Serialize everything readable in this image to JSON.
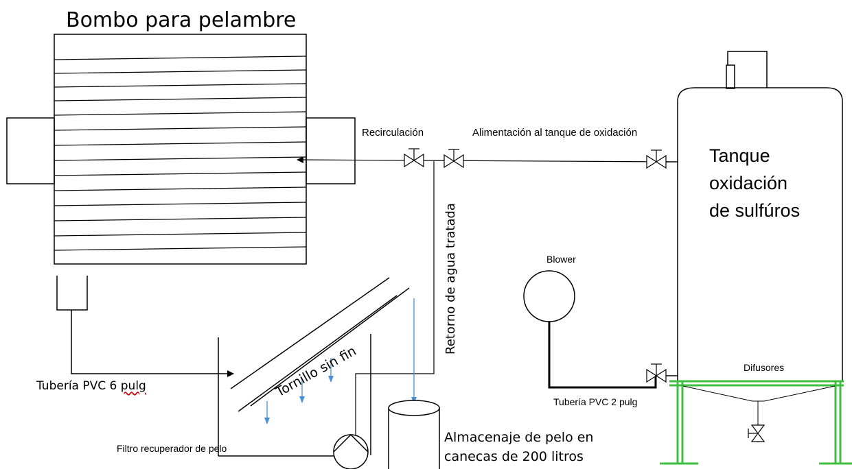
{
  "labels": {
    "title": "Bombo para pelambre",
    "recirculation": "Recirculación",
    "feed_to_tank": "Alimentación al tanque de oxidación",
    "tank_line1": "Tanque",
    "tank_line2": "oxidación",
    "tank_line3": "de sulfúros",
    "blower": "Blower",
    "treated_water_return": "Retorno de agua tratada",
    "screw_conveyor": "Tornillo sin fin",
    "pipe_6_prefix": "Tubería PVC 6 ",
    "pipe_6_unit": "pulg",
    "pipe_2": "Tubería PVC 2 pulg",
    "diffusers": "Difusores",
    "hair_filter": "Filtro recuperador de pelo",
    "storage_line1": "Almacenaje de pelo en",
    "storage_line2": "canecas de 200 litros"
  },
  "colors": {
    "line": "#000000",
    "tank_stand": "#3fbf3f",
    "falling_water": "#4a90d9"
  },
  "icons": [
    "valve-icon",
    "pump-icon",
    "blower-icon",
    "flow-arrow-icon"
  ]
}
